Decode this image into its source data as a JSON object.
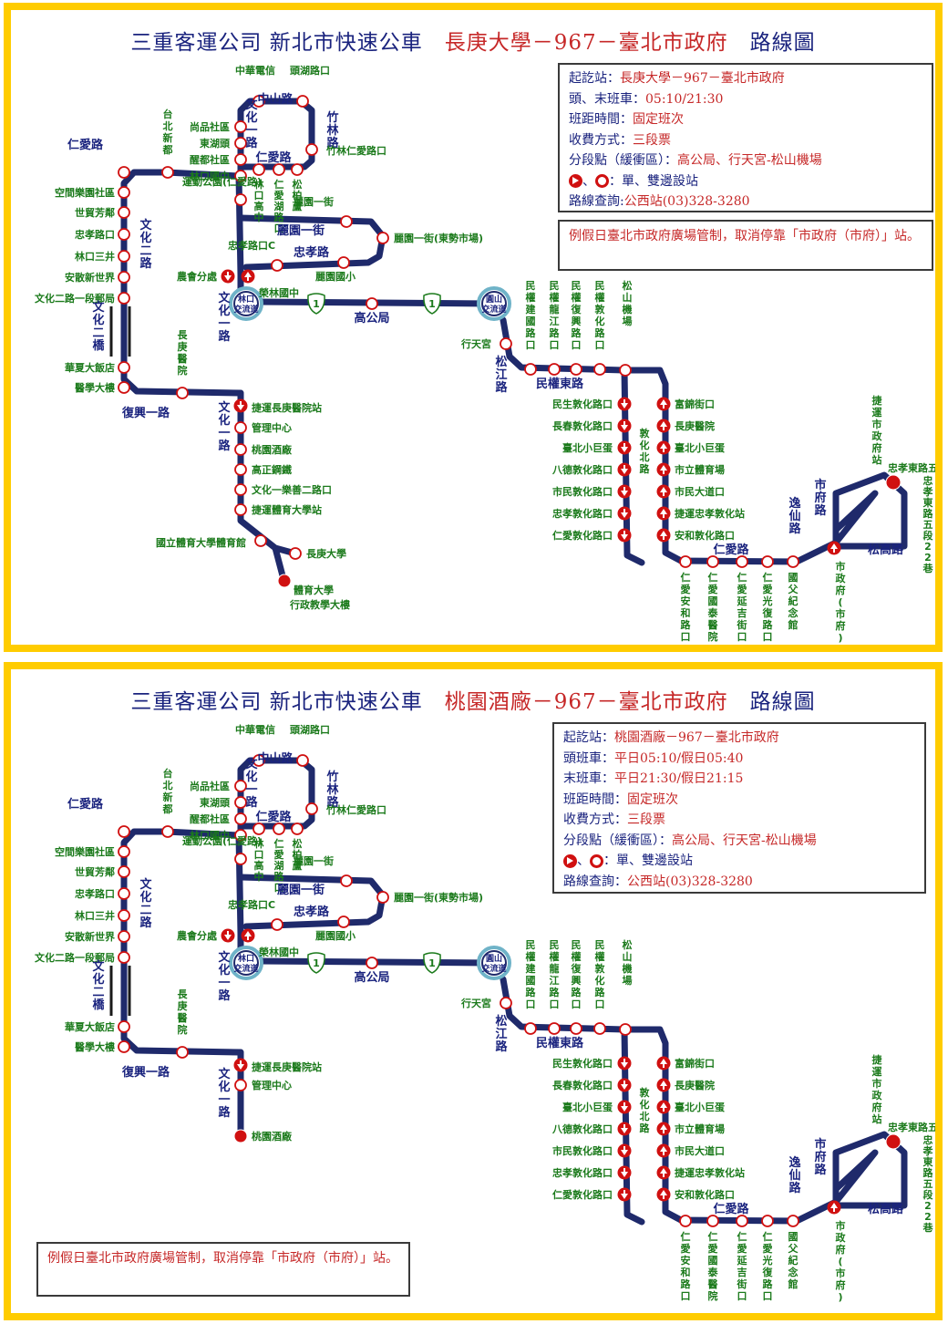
{
  "panels": [
    {
      "title_company": "三重客運公司 新北市快速公車",
      "title_route": "長庚大學－967－臺北市政府",
      "title_suffix": "路線圖",
      "info": [
        {
          "k": "起訖站：",
          "v": "長庚大學－967－臺北市政府"
        },
        {
          "k": "頭、末班車：",
          "v": "05:10/21:30"
        },
        {
          "k": "班距時間：",
          "v": "固定班次"
        },
        {
          "k": "收費方式：",
          "v": "三段票"
        },
        {
          "k": "分段點（緩衝區）：",
          "v": "高公局、行天宮-松山機場"
        },
        {
          "k": "",
          "v": "：單、雙邊設站"
        },
        {
          "k": "路線查詢:",
          "v": "公西站(03)328-3280"
        }
      ],
      "notice": "例假日臺北市政府廣場管制，取消停靠「市政府（市府）」站。"
    },
    {
      "title_company": "三重客運公司 新北市快速公車",
      "title_route": "桃園酒廠－967－臺北市政府",
      "title_suffix": "路線圖",
      "info": [
        {
          "k": "起訖站：",
          "v": "桃園酒廠－967－臺北市政府"
        },
        {
          "k": "頭班車：",
          "v": "平日05:10/假日05:40"
        },
        {
          "k": "末班車：",
          "v": "平日21:30/假日21:15"
        },
        {
          "k": "班距時間：",
          "v": "固定班次"
        },
        {
          "k": "收費方式：",
          "v": "三段票"
        },
        {
          "k": "分段點（緩衝區）：",
          "v": "高公局、行天宮-松山機場"
        },
        {
          "k": "",
          "v": "：單、雙邊設站"
        },
        {
          "k": "路線查詢：",
          "v": "公西站(03)328-3280"
        }
      ],
      "notice": "例假日臺北市政府廣場管制，取消停靠「市政府（市府）」站。"
    }
  ],
  "map": {
    "roads": {
      "renai_w": "仁愛路",
      "wenhua2": "文化二路",
      "wenhua2_bridge": "文化二橋",
      "fuxing1": "復興一路",
      "wenhua1_upper": "文化一路",
      "wenhua1_lower": "文化一路",
      "wenhua1_top": "文化一路",
      "zhongshan": "中山路",
      "zhulin": "竹林路",
      "renai_n": "仁愛路",
      "liyuan1": "麗園一街",
      "zhongxiao_w": "忠孝路",
      "gaogongju": "高公局",
      "songjiang": "松江路",
      "minquan_e": "民權東路",
      "dunhua_s": "敦化北路",
      "renai_e": "仁愛路",
      "yixian": "逸仙路",
      "shifu": "市府路",
      "songgao": "松高路"
    },
    "hubs": {
      "linkou": [
        "林口",
        "交流道"
      ],
      "yuanshan": [
        "圓山",
        "交流道"
      ]
    },
    "expressway": "1",
    "west_stops": [
      "仁愛路",
      "空間樂園社區",
      "世貿芳鄰",
      "忠孝路口",
      "林口三井",
      "安散新世界",
      "文化二路一段郵局",
      "華夏大飯店",
      "醫學大樓"
    ],
    "north_stops": {
      "left_labels": [
        "尚品社區",
        "東湖頭",
        "醒都社區",
        "林口國中"
      ],
      "taibei_xindu": "台北新都",
      "top_labels": [
        "中華電信",
        "頭湖路口"
      ],
      "zhulin_renai": "竹林仁愛路口",
      "yundong": "運動公園(仁愛路)",
      "yundong_park": "運動公園",
      "linkou_gaozhong": "林口高中",
      "renai_lushuzhong": "仁愛湖路口",
      "songbaiyuan": "松柏蘆",
      "liyuan_top": "麗園一街",
      "liyuan_market": "麗園一街(東勢市場)",
      "zhongxiao_c": "忠孝路口C",
      "liyuan_elem": "麗園國小",
      "farm": "農會分處",
      "ronglin": "榮林國中"
    },
    "south_stops": {
      "changgeng_hosp": "長庚醫院",
      "mrt_hosp": "捷運長庚醫院站",
      "mgmt": "管理中心",
      "winery": "桃園酒廠",
      "gaozheng": "高正鋼鐵",
      "wenhua_leshan": "文化一樂善二路口",
      "mrt_sport": "捷運體育大學站",
      "sport_gym": "國立體育大學體育館",
      "cgu": "長庚大學",
      "sport_admin": [
        "體育大學",
        "行政教學大樓"
      ]
    },
    "taipei_stops": {
      "xingtian": "行天宮",
      "minquan_top": [
        "民權建國路口",
        "民權龍江路口",
        "民權復興路口",
        "民權敦化路口"
      ],
      "songshan": "松山機場",
      "left_col": [
        "民生敦化路口",
        "長春敦化路口",
        "臺北小巨蛋",
        "八德敦化路口",
        "市民敦化路口",
        "忠孝敦化路口",
        "仁愛敦化路口"
      ],
      "right_col": [
        "富錦街口",
        "長庚醫院",
        "臺北小巨蛋",
        "市立體育場",
        "市民大道口",
        "捷運忠孝敦化站",
        "安和敦化路口"
      ],
      "bottom": [
        "仁愛安和路口",
        "仁愛國泰醫院",
        "仁愛延吉街口",
        "仁愛光復路口",
        "國父紀念館"
      ],
      "shizhengfu": "市政府(市府)",
      "mrt_city": "捷運市政府站",
      "zx_5": "忠孝東路五段",
      "zx_5_22": "忠孝東路五段22巷"
    }
  }
}
